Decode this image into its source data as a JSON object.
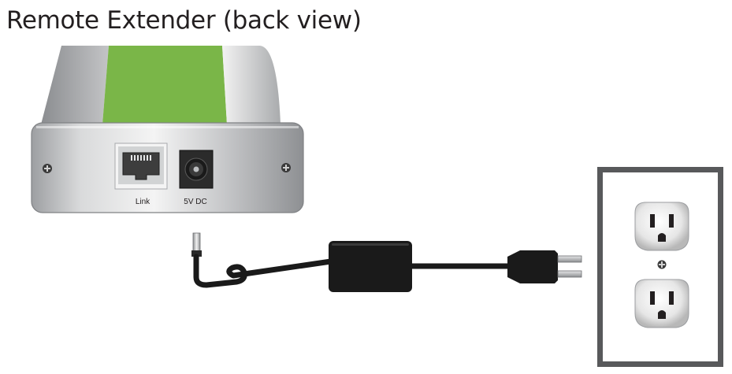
{
  "title": "Remote Extender (back view)",
  "device": {
    "port_link_label": "Link",
    "port_power_label": "5V DC",
    "accent_color": "#7ab648"
  },
  "adapter": {
    "color": "#1a1a1a"
  },
  "outlet": {
    "frame_color": "#58595b"
  }
}
